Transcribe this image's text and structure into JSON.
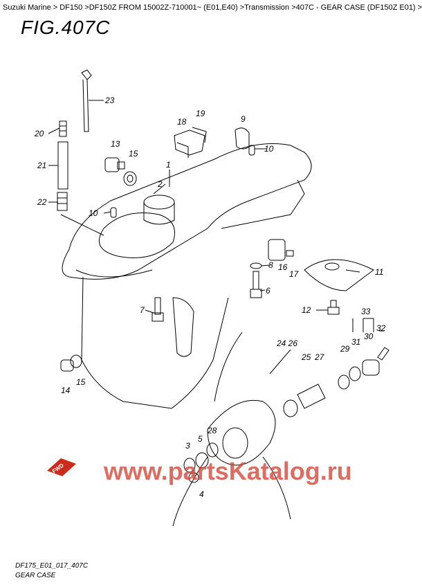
{
  "breadcrumb": "Suzuki Marine > DF150 >DF150Z FROM 15002Z-710001~ (E01,E40) >Transmission >407C - GEAR CASE (DF150Z E01) >",
  "figure_title": "FIG.407C",
  "fwd_label": "FWD",
  "watermark": "www.partsKatalog.ru",
  "footer_code": "DF175_E01_017_407C",
  "footer_name": "GEAR CASE",
  "callouts": {
    "c1": "1",
    "c2": "2",
    "c3": "3",
    "c4": "4",
    "c5": "5",
    "c6": "6",
    "c7": "7",
    "c8": "8",
    "c9": "9",
    "c10a": "10",
    "c10b": "10",
    "c11": "11",
    "c12": "12",
    "c13": "13",
    "c14": "14",
    "c15a": "15",
    "c15b": "15",
    "c16": "16",
    "c17": "17",
    "c18": "18",
    "c19": "19",
    "c20": "20",
    "c21": "21",
    "c22": "22",
    "c23": "23",
    "c2426": "24 26",
    "c25": "25",
    "c27": "27",
    "c28": "28",
    "c29": "29",
    "c30": "30",
    "c31": "31",
    "c32": "32",
    "c33": "33"
  },
  "colors": {
    "watermark": "#d44a3a",
    "fwd_badge": "#cc2a1a"
  }
}
